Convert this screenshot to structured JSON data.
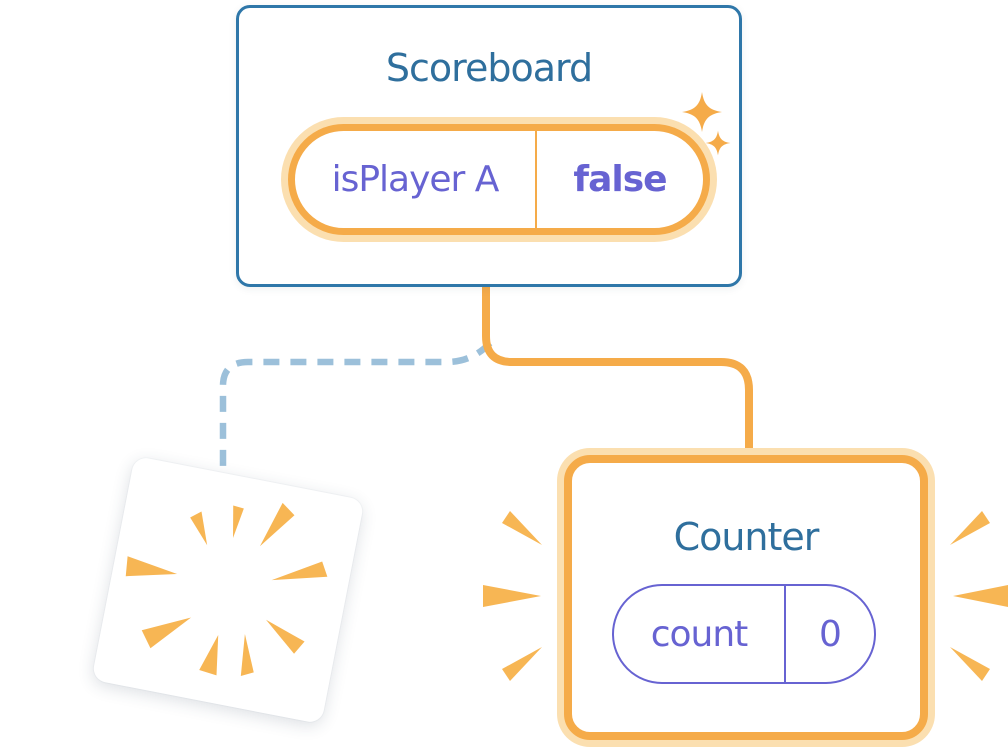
{
  "scoreboard": {
    "title": "Scoreboard",
    "state_pill": {
      "label": "isPlayer A",
      "value": "false"
    }
  },
  "counter": {
    "title": "Counter",
    "state_pill": {
      "label": "count",
      "value": "0"
    }
  },
  "colors": {
    "card_border_blue": "#2F77A9",
    "title_blue": "#2F6F9D",
    "accent_orange": "#F5AB49",
    "accent_orange_light": "#FBDFB0",
    "state_purple": "#6763D2",
    "dashed_blue": "#9CC0DA",
    "burst_orange": "#F7B654",
    "card_white": "#FFFFFF"
  }
}
